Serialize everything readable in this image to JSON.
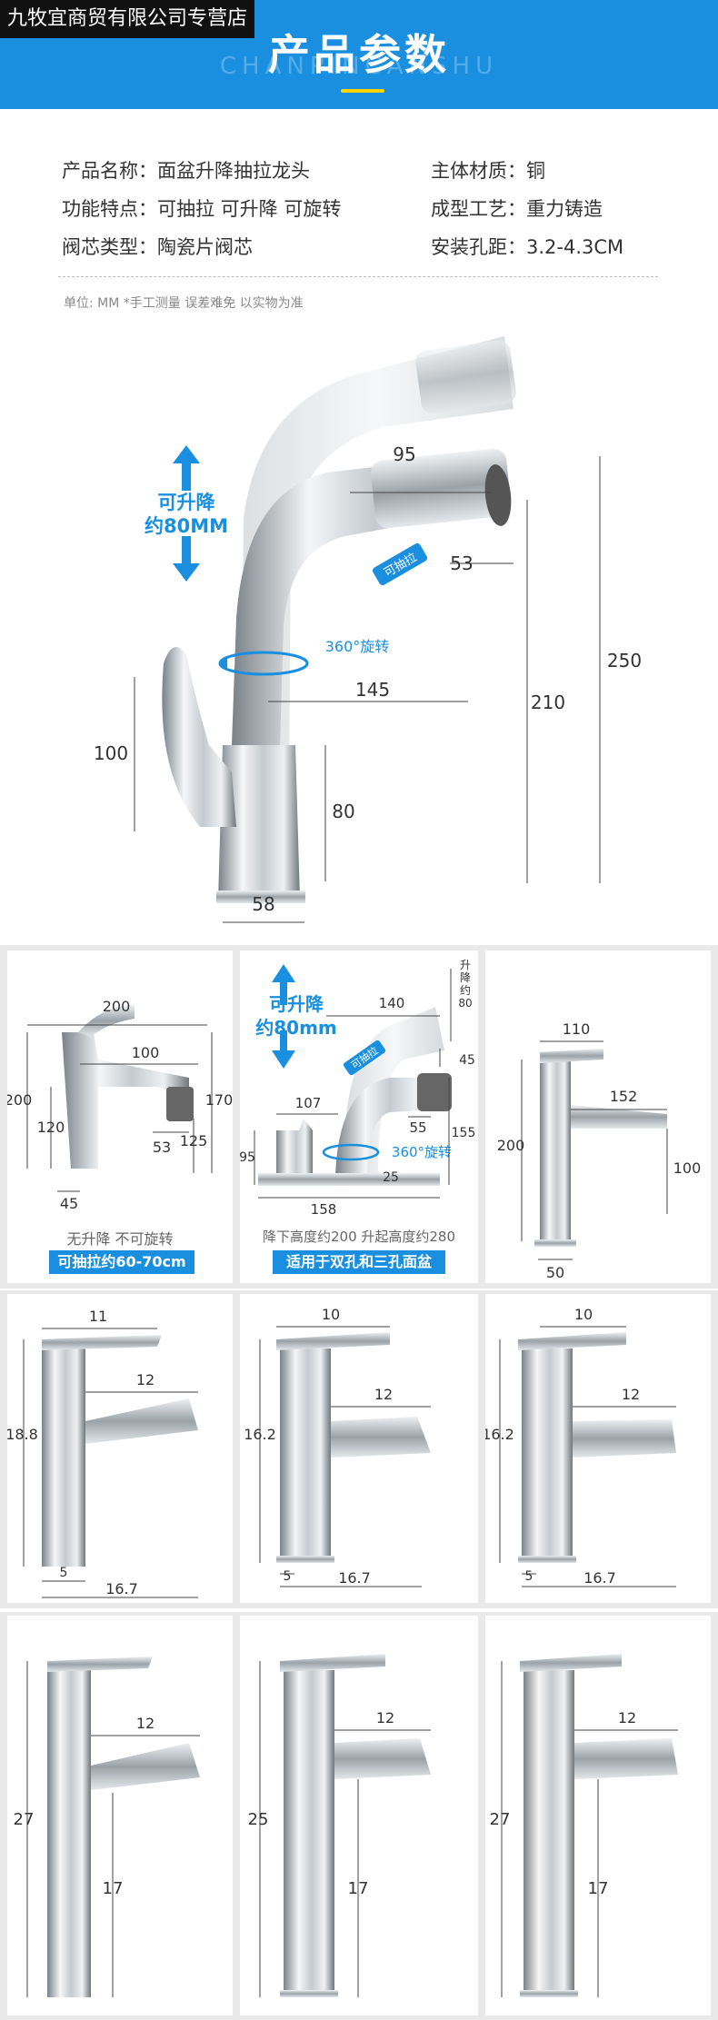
{
  "header": {
    "store_name": "九牧宜商贸有限公司专营店",
    "title": "产品参数",
    "subtitle": "CHANPINCANSHU"
  },
  "specs": {
    "rows": [
      {
        "label": "产品名称：",
        "value": "面盆升降抽拉龙头"
      },
      {
        "label": "主体材质：",
        "value": "铜"
      },
      {
        "label": "功能特点：",
        "value": "可抽拉 可升降 可旋转"
      },
      {
        "label": "成型工艺：",
        "value": "重力铸造"
      },
      {
        "label": "阀芯类型：",
        "value": "陶瓷片阀芯"
      },
      {
        "label": "安装孔距：",
        "value": "3.2-4.3CM"
      }
    ],
    "unit_note": "单位: MM   *手工测量 误差难免  以实物为准"
  },
  "main_diagram": {
    "lift_label_1": "可升降",
    "lift_label_2": "约80MM",
    "rotate_label": "360°旋转",
    "pull_label": "可抽拉",
    "dims": {
      "d95": "95",
      "d53": "53",
      "d145": "145",
      "d100": "100",
      "d80": "80",
      "d58": "58",
      "d210": "210",
      "d250": "250"
    }
  },
  "row2": {
    "p1": {
      "dims": {
        "w200": "200",
        "w100": "100",
        "h200": "200",
        "h120": "120",
        "d53": "53",
        "h125": "125",
        "h170": "170",
        "w45": "45"
      },
      "caption_grey": "无升降 不可旋转",
      "caption_blue": "可抽拉约60-70cm"
    },
    "p2": {
      "lift_label_1": "可升降",
      "lift_label_2": "约80mm",
      "lift_side_1": "升",
      "lift_side_2": "降",
      "lift_side_3": "约",
      "lift_side_4": "80",
      "rotate_label": "360°旋转",
      "pull_label": "可抽拉",
      "dims": {
        "d140": "140",
        "d45": "45",
        "d107": "107",
        "d55": "55",
        "d95": "95",
        "d155": "155",
        "d25": "25",
        "d158": "158"
      },
      "caption_grey": "降下高度约200 升起高度约280",
      "caption_blue": "适用于双孔和三孔面盆"
    },
    "p3": {
      "dims": {
        "d110": "110",
        "d152": "152",
        "d200": "200",
        "d100": "100",
        "d50": "50"
      }
    }
  },
  "row3": {
    "p1": {
      "dims": {
        "top": "11",
        "mid": "12",
        "h": "18.8",
        "b": "5",
        "w": "16.7"
      }
    },
    "p2": {
      "dims": {
        "top": "10",
        "mid": "12",
        "h": "16.2",
        "b": "5",
        "w": "16.7"
      }
    },
    "p3": {
      "dims": {
        "top": "10",
        "mid": "12",
        "h": "16.2",
        "b": "5",
        "w": "16.7"
      }
    }
  },
  "row4": {
    "p1": {
      "dims": {
        "mid": "12",
        "h": "27",
        "low": "17"
      }
    },
    "p2": {
      "dims": {
        "mid": "12",
        "h": "25",
        "low": "17"
      }
    },
    "p3": {
      "dims": {
        "mid": "12",
        "h": "27",
        "low": "17"
      }
    }
  },
  "colors": {
    "brand_blue": "#1a8fe0",
    "accent_yellow": "#ffd400",
    "chrome_light": "#e8ecef",
    "chrome_dark": "#7a8288"
  }
}
